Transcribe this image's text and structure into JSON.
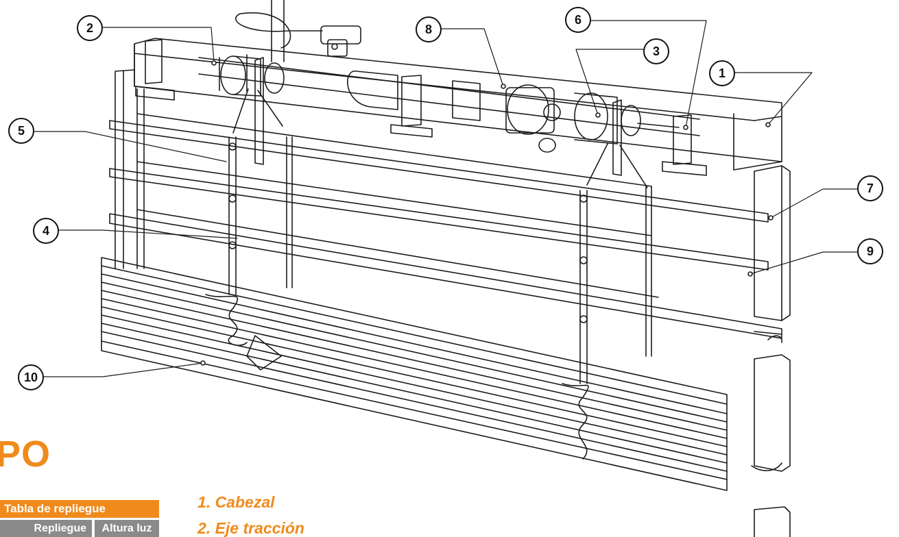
{
  "callouts": [
    "1",
    "2",
    "3",
    "4",
    "5",
    "6",
    "7",
    "8",
    "9",
    "10"
  ],
  "heading_fragment": "PO",
  "table": {
    "header": "Tabla de repliegue",
    "columns": [
      "Repliegue",
      "Altura luz"
    ]
  },
  "legend": [
    "1. Cabezal",
    "2. Eje tracción"
  ],
  "colors": {
    "accent": "#f08a1c",
    "table_subheader": "#8a8a8a",
    "line": "#1a1a1a"
  }
}
